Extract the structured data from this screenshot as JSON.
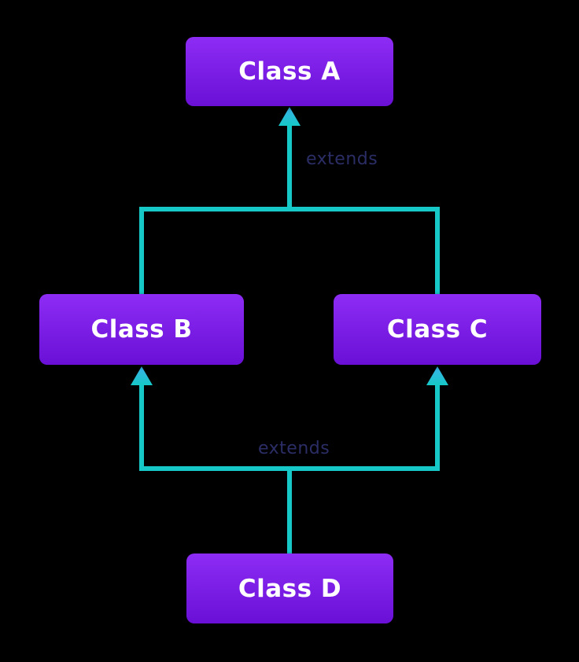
{
  "diagram": {
    "type": "class-inheritance",
    "background_color": "#000000",
    "node_style": {
      "fill_top": "#8d2cf4",
      "fill_bottom": "#6a10d6",
      "text_color": "#ffffff"
    },
    "edge_style": {
      "line_color": "#16c8c8",
      "arrowhead_tip_color": "#3ab2e8",
      "label_color": "#2b2e66"
    },
    "nodes": [
      {
        "id": "class-a",
        "label": "Class A"
      },
      {
        "id": "class-b",
        "label": "Class B"
      },
      {
        "id": "class-c",
        "label": "Class C"
      },
      {
        "id": "class-d",
        "label": "Class D"
      }
    ],
    "edges": [
      {
        "from": [
          "class-b",
          "class-c"
        ],
        "to": [
          "class-a"
        ],
        "label": "extends",
        "arrow_direction": "up"
      },
      {
        "from": [
          "class-d"
        ],
        "to": [
          "class-b",
          "class-c"
        ],
        "label": "extends",
        "arrow_direction": "up"
      }
    ],
    "edge_labels": {
      "top": "extends",
      "bottom": "extends"
    }
  }
}
